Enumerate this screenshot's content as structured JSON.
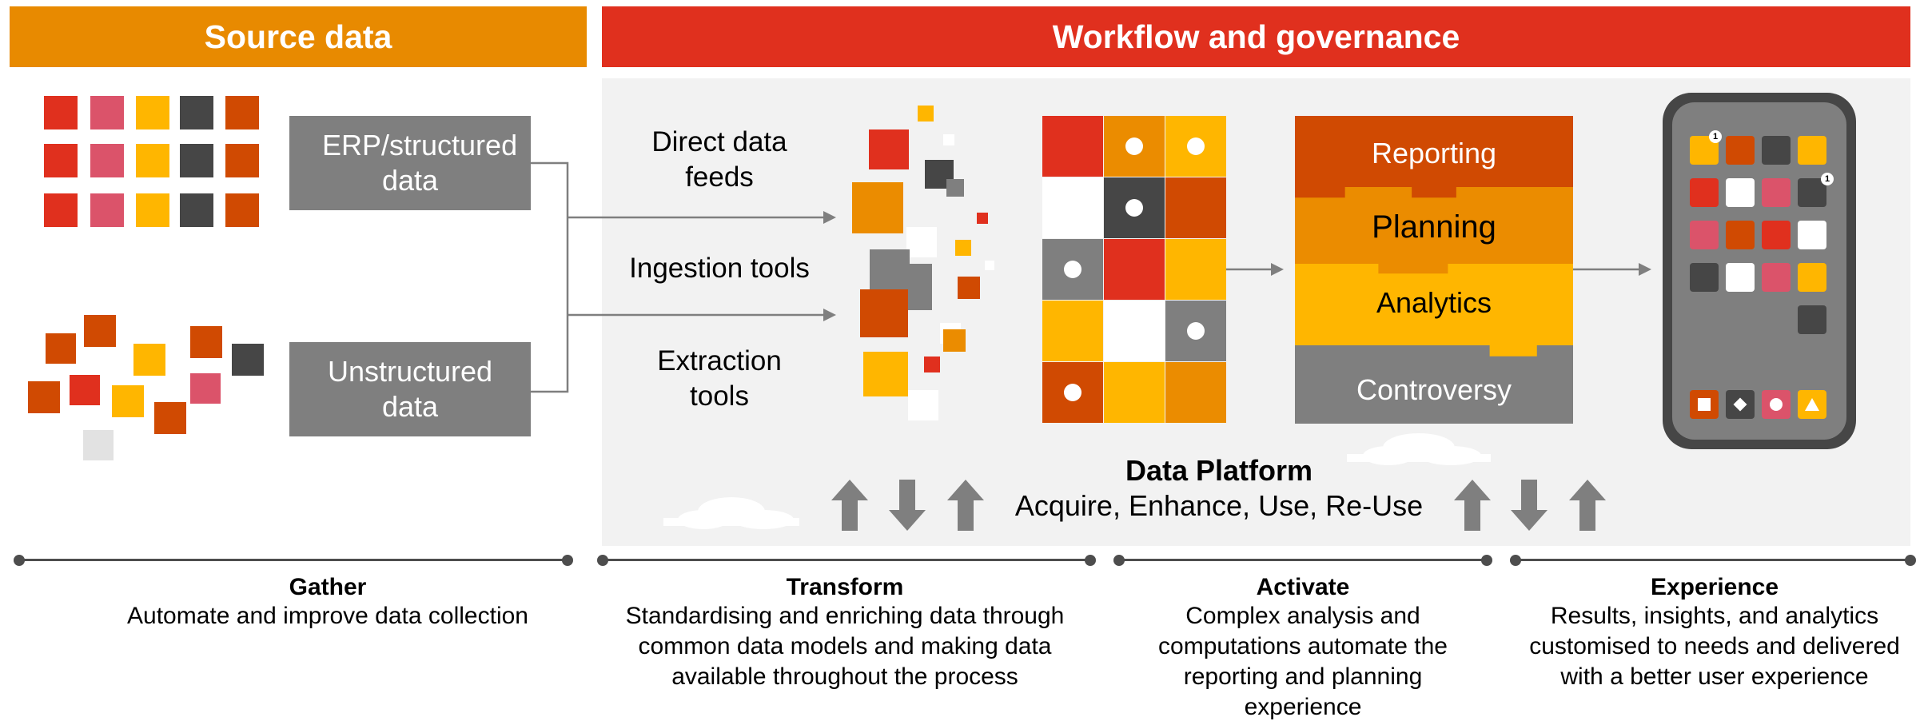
{
  "headers": {
    "source": "Source data",
    "workflow": "Workflow and governance"
  },
  "sources": {
    "structured": "ERP/structured data",
    "unstructured": "Unstructured data"
  },
  "inputs": {
    "direct": "Direct data feeds",
    "ingestion": "Ingestion tools",
    "extraction": "Extraction tools"
  },
  "layers": [
    "Reporting",
    "Planning",
    "Analytics",
    "Controversy"
  ],
  "platform": {
    "title": "Data Platform",
    "subtitle": "Acquire, Enhance, Use, Re-Use"
  },
  "phone_badges": [
    "1",
    "1"
  ],
  "stages": [
    {
      "title": "Gather",
      "desc": "Automate and improve data collection"
    },
    {
      "title": "Transform",
      "desc": "Standardising and enriching data through common data models and making data available throughout the process"
    },
    {
      "title": "Activate",
      "desc": "Complex analysis and computations automate the reporting and planning experience"
    },
    {
      "title": "Experience",
      "desc": "Results, insights, and analytics customised to needs and delivered with a better user experience"
    }
  ],
  "colors": {
    "orange_header": "#e88a00",
    "red_header": "#e0301e",
    "red": "#e0301e",
    "dark_orange": "#d04a02",
    "orange": "#eb8c00",
    "yellow": "#ffb600",
    "rose": "#db536a",
    "dark_gray": "#464646",
    "gray": "#7f7f7f"
  }
}
